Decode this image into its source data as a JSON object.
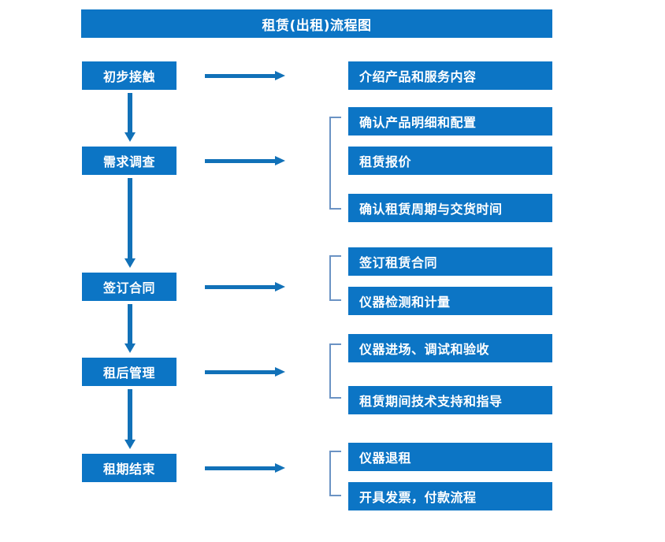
{
  "diagram": {
    "title": "租赁(出租)流程图",
    "colors": {
      "box_blue": "#0C75C5",
      "arrow_blue": "#1171B8",
      "bracket_blue": "#6B93C4",
      "text_white": "#FFFFFF",
      "background": "#FFFFFF"
    },
    "stages": [
      {
        "id": "initial-contact",
        "label": "初步接触"
      },
      {
        "id": "needs-survey",
        "label": "需求调查"
      },
      {
        "id": "sign-contract",
        "label": "签订合同"
      },
      {
        "id": "post-rent-mgmt",
        "label": "租后管理"
      },
      {
        "id": "lease-end",
        "label": "租期结束"
      }
    ],
    "details": [
      {
        "id": "d1",
        "label": "介绍产品和服务内容"
      },
      {
        "id": "d2",
        "label": "确认产品明细和配置"
      },
      {
        "id": "d3",
        "label": "租赁报价"
      },
      {
        "id": "d4",
        "label": "确认租赁周期与交货时间"
      },
      {
        "id": "d5",
        "label": "签订租赁合同"
      },
      {
        "id": "d6",
        "label": "仪器检测和计量"
      },
      {
        "id": "d7",
        "label": "仪器进场、调试和验收"
      },
      {
        "id": "d8",
        "label": "租赁期间技术支持和指导"
      },
      {
        "id": "d9",
        "label": "仪器退租"
      },
      {
        "id": "d10",
        "label": "开具发票，付款流程"
      }
    ],
    "icons": {
      "right_arrow": "right-arrow-icon",
      "down_arrow": "down-arrow-icon",
      "group_bracket": "group-bracket-icon"
    }
  }
}
